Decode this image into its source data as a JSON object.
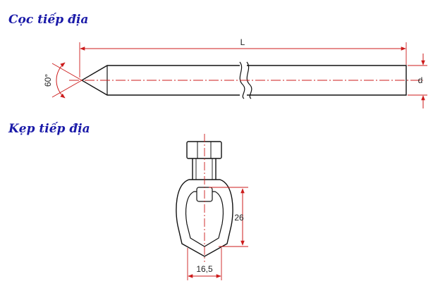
{
  "headings": {
    "rod": "Cọc tiếp địa",
    "clamp": "Kẹp tiếp địa"
  },
  "rod": {
    "length_label": "L",
    "diameter_label": "d",
    "angle_label": "60°"
  },
  "clamp": {
    "height_label": "26",
    "width_label": "16,5"
  },
  "colors": {
    "heading": "#1a1aa8",
    "outline": "#111111",
    "dimension": "#cc1b1b"
  }
}
